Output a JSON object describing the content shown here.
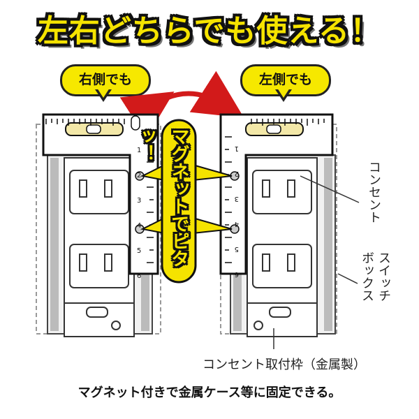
{
  "headline": "左右どちらでも使える！",
  "bubble_left": "右側でも",
  "bubble_right": "左側でも",
  "magnet_text": "マグネットでピタッ！",
  "label_outlet": "コンセント",
  "label_switch_box_col1": "スイッチ",
  "label_switch_box_col2": "ボックス",
  "label_frame": "コンセント取付枠（金属製）",
  "caption": "マグネット付きで金属ケース等に固定できる。",
  "ruler_marks": [
    "1",
    "2",
    "3",
    "4",
    "5",
    "6"
  ],
  "colors": {
    "accent_yellow": "#f5e300",
    "outline": "#111111",
    "ruler_body": "#ffffff",
    "level_vial": "#f3e8a8"
  },
  "icons": [
    "double-arrow-icon",
    "bubble-level-icon",
    "magnet-dot-icon"
  ]
}
